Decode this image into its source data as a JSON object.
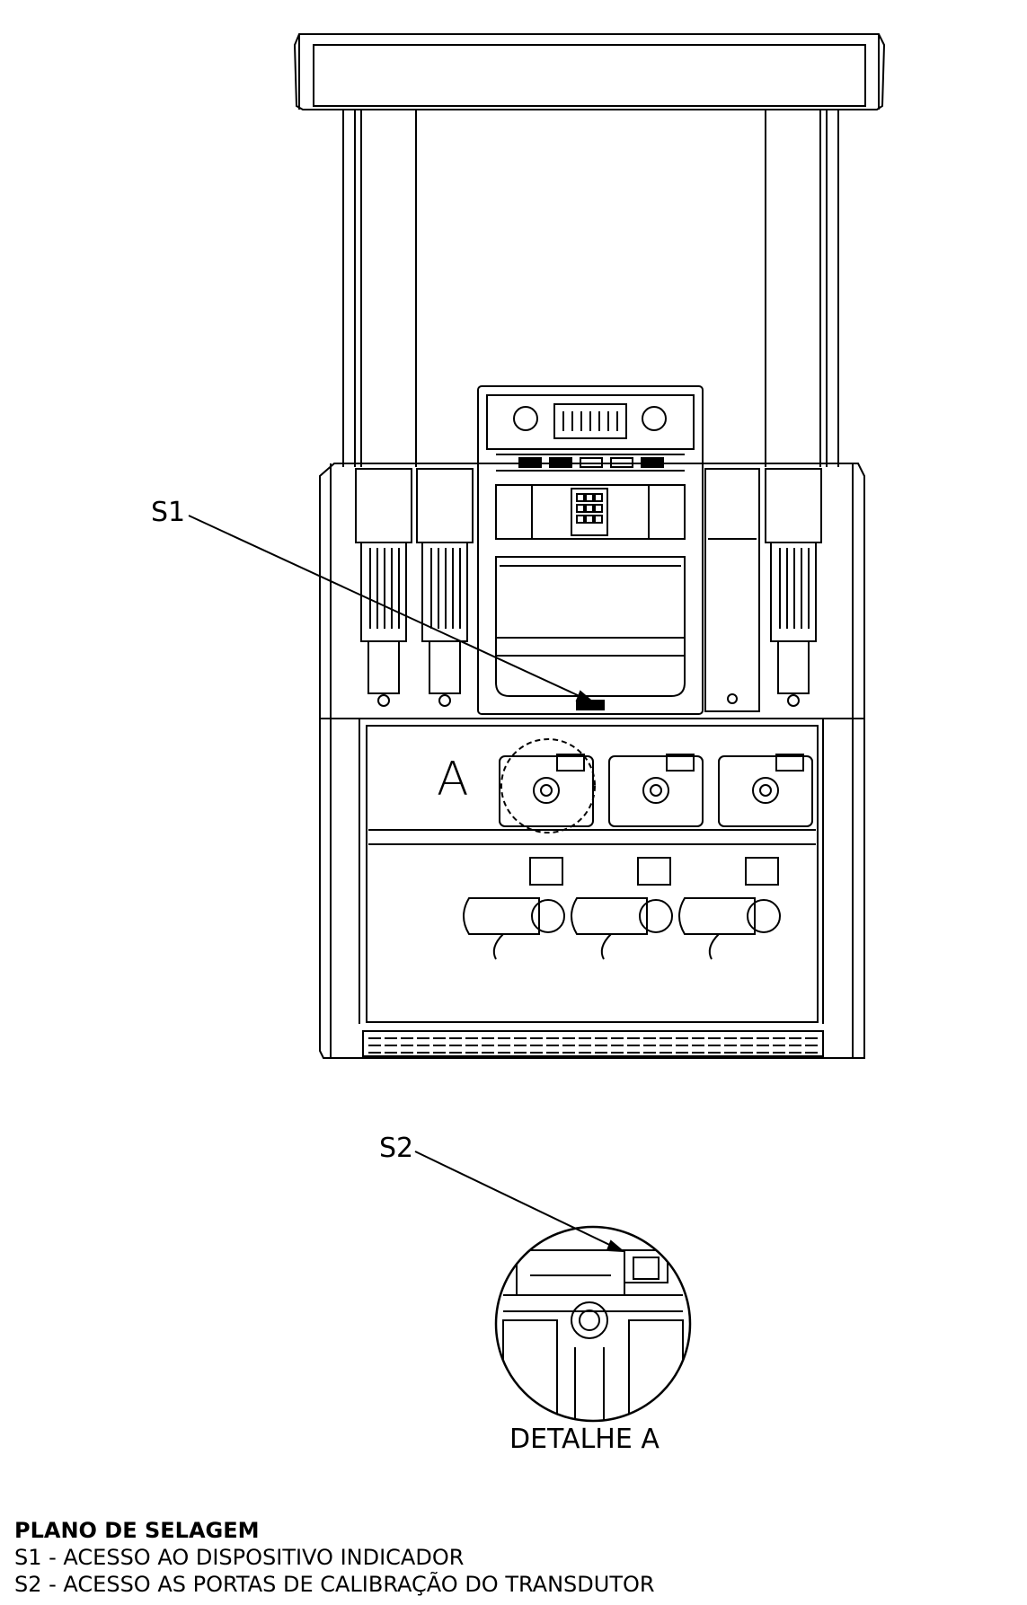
{
  "callouts": [
    {
      "id": "S1",
      "label": "S1"
    },
    {
      "id": "S2",
      "label": "S2"
    }
  ],
  "detail_marker": "A",
  "detail_caption": "DETALHE A",
  "legend": {
    "title": "PLANO DE SELAGEM",
    "items": [
      "S1 - ACESSO AO DISPOSITIVO INDICADOR",
      "S2 - ACESSO AS PORTAS DE CALIBRAÇÃO DO TRANSDUTOR"
    ]
  }
}
